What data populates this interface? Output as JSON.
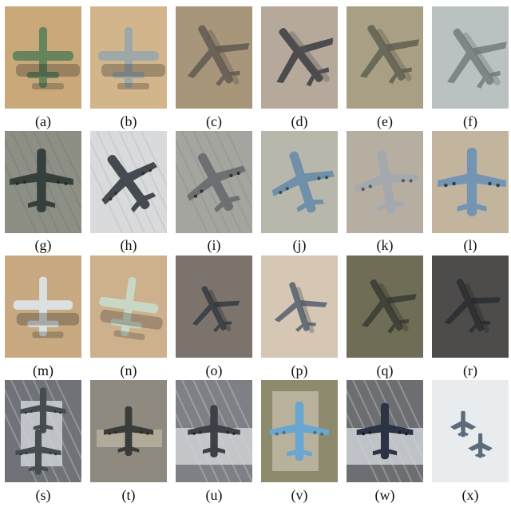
{
  "figure": {
    "panels": [
      {
        "label": "(a)",
        "palette": {
          "bg": "#c9a87a",
          "accent": "#a38357",
          "plane": "#67845c",
          "shadow": "#1b1b1b"
        }
      },
      {
        "label": "(b)",
        "palette": {
          "bg": "#d2b58a",
          "accent": "#ae9064",
          "plane": "#9ea8a8",
          "shadow": "#1d1d1d"
        }
      },
      {
        "label": "(c)",
        "palette": {
          "bg": "#a7967a",
          "accent": "#948468",
          "plane": "#6c6358",
          "shadow": "#5c5348"
        }
      },
      {
        "label": "(d)",
        "palette": {
          "bg": "#b6a89a",
          "accent": "#a5978a",
          "plane": "#4c4b4d",
          "shadow": "#5a575a"
        }
      },
      {
        "label": "(e)",
        "palette": {
          "bg": "#a99f84",
          "accent": "#938a72",
          "plane": "#6b6958",
          "shadow": "#595749"
        }
      },
      {
        "label": "(f)",
        "palette": {
          "bg": "#b9c2c0",
          "accent": "#a8b2b1",
          "plane": "#7f8688",
          "shadow": "#676d70"
        }
      },
      {
        "label": "(g)",
        "palette": {
          "bg": "#8d8f85",
          "accent": "#73766e",
          "plane": "#35403c",
          "shadow": "#252b28"
        }
      },
      {
        "label": "(h)",
        "palette": {
          "bg": "#d8dadb",
          "accent": "#b4b7b8",
          "plane": "#444a4f",
          "shadow": "#2e3236"
        }
      },
      {
        "label": "(i)",
        "palette": {
          "bg": "#a5a59f",
          "accent": "#8a8a84",
          "plane": "#6c7072",
          "shadow": "#2e3031"
        }
      },
      {
        "label": "(j)",
        "palette": {
          "bg": "#b7b8ab",
          "accent": "#979989",
          "plane": "#6f90a8",
          "shadow": "#384a56"
        }
      },
      {
        "label": "(k)",
        "palette": {
          "bg": "#b7aea2",
          "accent": "#9a9284",
          "plane": "#a4a9ad",
          "shadow": "#56585a"
        }
      },
      {
        "label": "(l)",
        "palette": {
          "bg": "#c3b49e",
          "accent": "#9a9276",
          "plane": "#7295b3",
          "shadow": "#2e3f4d"
        }
      },
      {
        "label": "(m)",
        "palette": {
          "bg": "#c8a982",
          "accent": "#a78961",
          "plane": "#dbe0e0",
          "shadow": "#1d1d1d"
        }
      },
      {
        "label": "(n)",
        "palette": {
          "bg": "#cdb08c",
          "accent": "#aa8c67",
          "plane": "#c8d8c4",
          "shadow": "#2a2a2a"
        }
      },
      {
        "label": "(o)",
        "palette": {
          "bg": "#7c746c",
          "accent": "#6a625c",
          "plane": "#3f4347",
          "shadow": "#2a2c2e"
        }
      },
      {
        "label": "(p)",
        "palette": {
          "bg": "#d5c7b4",
          "accent": "#c3b49f",
          "plane": "#666f77",
          "shadow": "#4b5157"
        }
      },
      {
        "label": "(q)",
        "palette": {
          "bg": "#6f6d55",
          "accent": "#5c5a45",
          "plane": "#414338",
          "shadow": "#2f3028"
        }
      },
      {
        "label": "(r)",
        "palette": {
          "bg": "#4d4c4a",
          "accent": "#3d3c3b",
          "plane": "#2f3134",
          "shadow": "#222426"
        }
      },
      {
        "label": "(s)",
        "palette": {
          "bg": "#6f7277",
          "accent": "#ced1d3",
          "plane": "#474b52",
          "shadow": "#2d3036"
        }
      },
      {
        "label": "(t)",
        "palette": {
          "bg": "#8e8a7f",
          "accent": "#c6bca8",
          "plane": "#3a3c3a",
          "shadow": "#272826"
        }
      },
      {
        "label": "(u)",
        "palette": {
          "bg": "#7f8086",
          "accent": "#d4d6da",
          "plane": "#3d4046",
          "shadow": "#1f2226"
        }
      },
      {
        "label": "(v)",
        "palette": {
          "bg": "#8d8a6d",
          "accent": "#bfb7a5",
          "plane": "#69a7d0",
          "shadow": "#4f6974"
        }
      },
      {
        "label": "(w)",
        "palette": {
          "bg": "#6c6e72",
          "accent": "#d4d7db",
          "plane": "#2b3345",
          "shadow": "#121722"
        }
      },
      {
        "label": "(x)",
        "palette": {
          "bg": "#f3f5f7",
          "accent": "#e1e6ea",
          "plane": "#5d6c7b",
          "shadow": "#7b8793"
        }
      }
    ]
  }
}
